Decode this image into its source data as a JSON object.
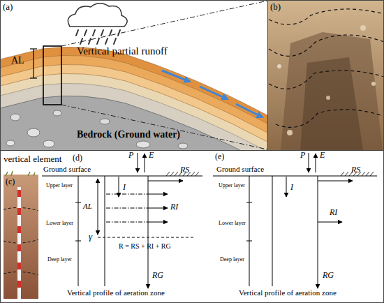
{
  "diagram": {
    "nodes": [
      {
        "text": [
          "(a)",
          "AL",
          "Vertical partial runoff",
          "Bedrock (Ground water)"
        ]
      },
      {
        "text": [
          "(b)"
        ]
      },
      {
        "text": [
          "vertical element",
          "(c)",
          "(d)",
          "P",
          "E",
          "Ground surface",
          "RS",
          "I",
          "Upper layer",
          "AL",
          "RI",
          "Lower layer",
          "γ",
          "Deep layer",
          "R = RS + RI + RG",
          "RG",
          "Vertical profile of aeration zone",
          "(e)",
          "P",
          "E",
          "Ground surface",
          "RS",
          "I",
          "Upper layer",
          "RI",
          "Lower layer",
          "Deep layer",
          "RG",
          "Vertical profile of aeration zone"
        ]
      }
    ]
  }
}
